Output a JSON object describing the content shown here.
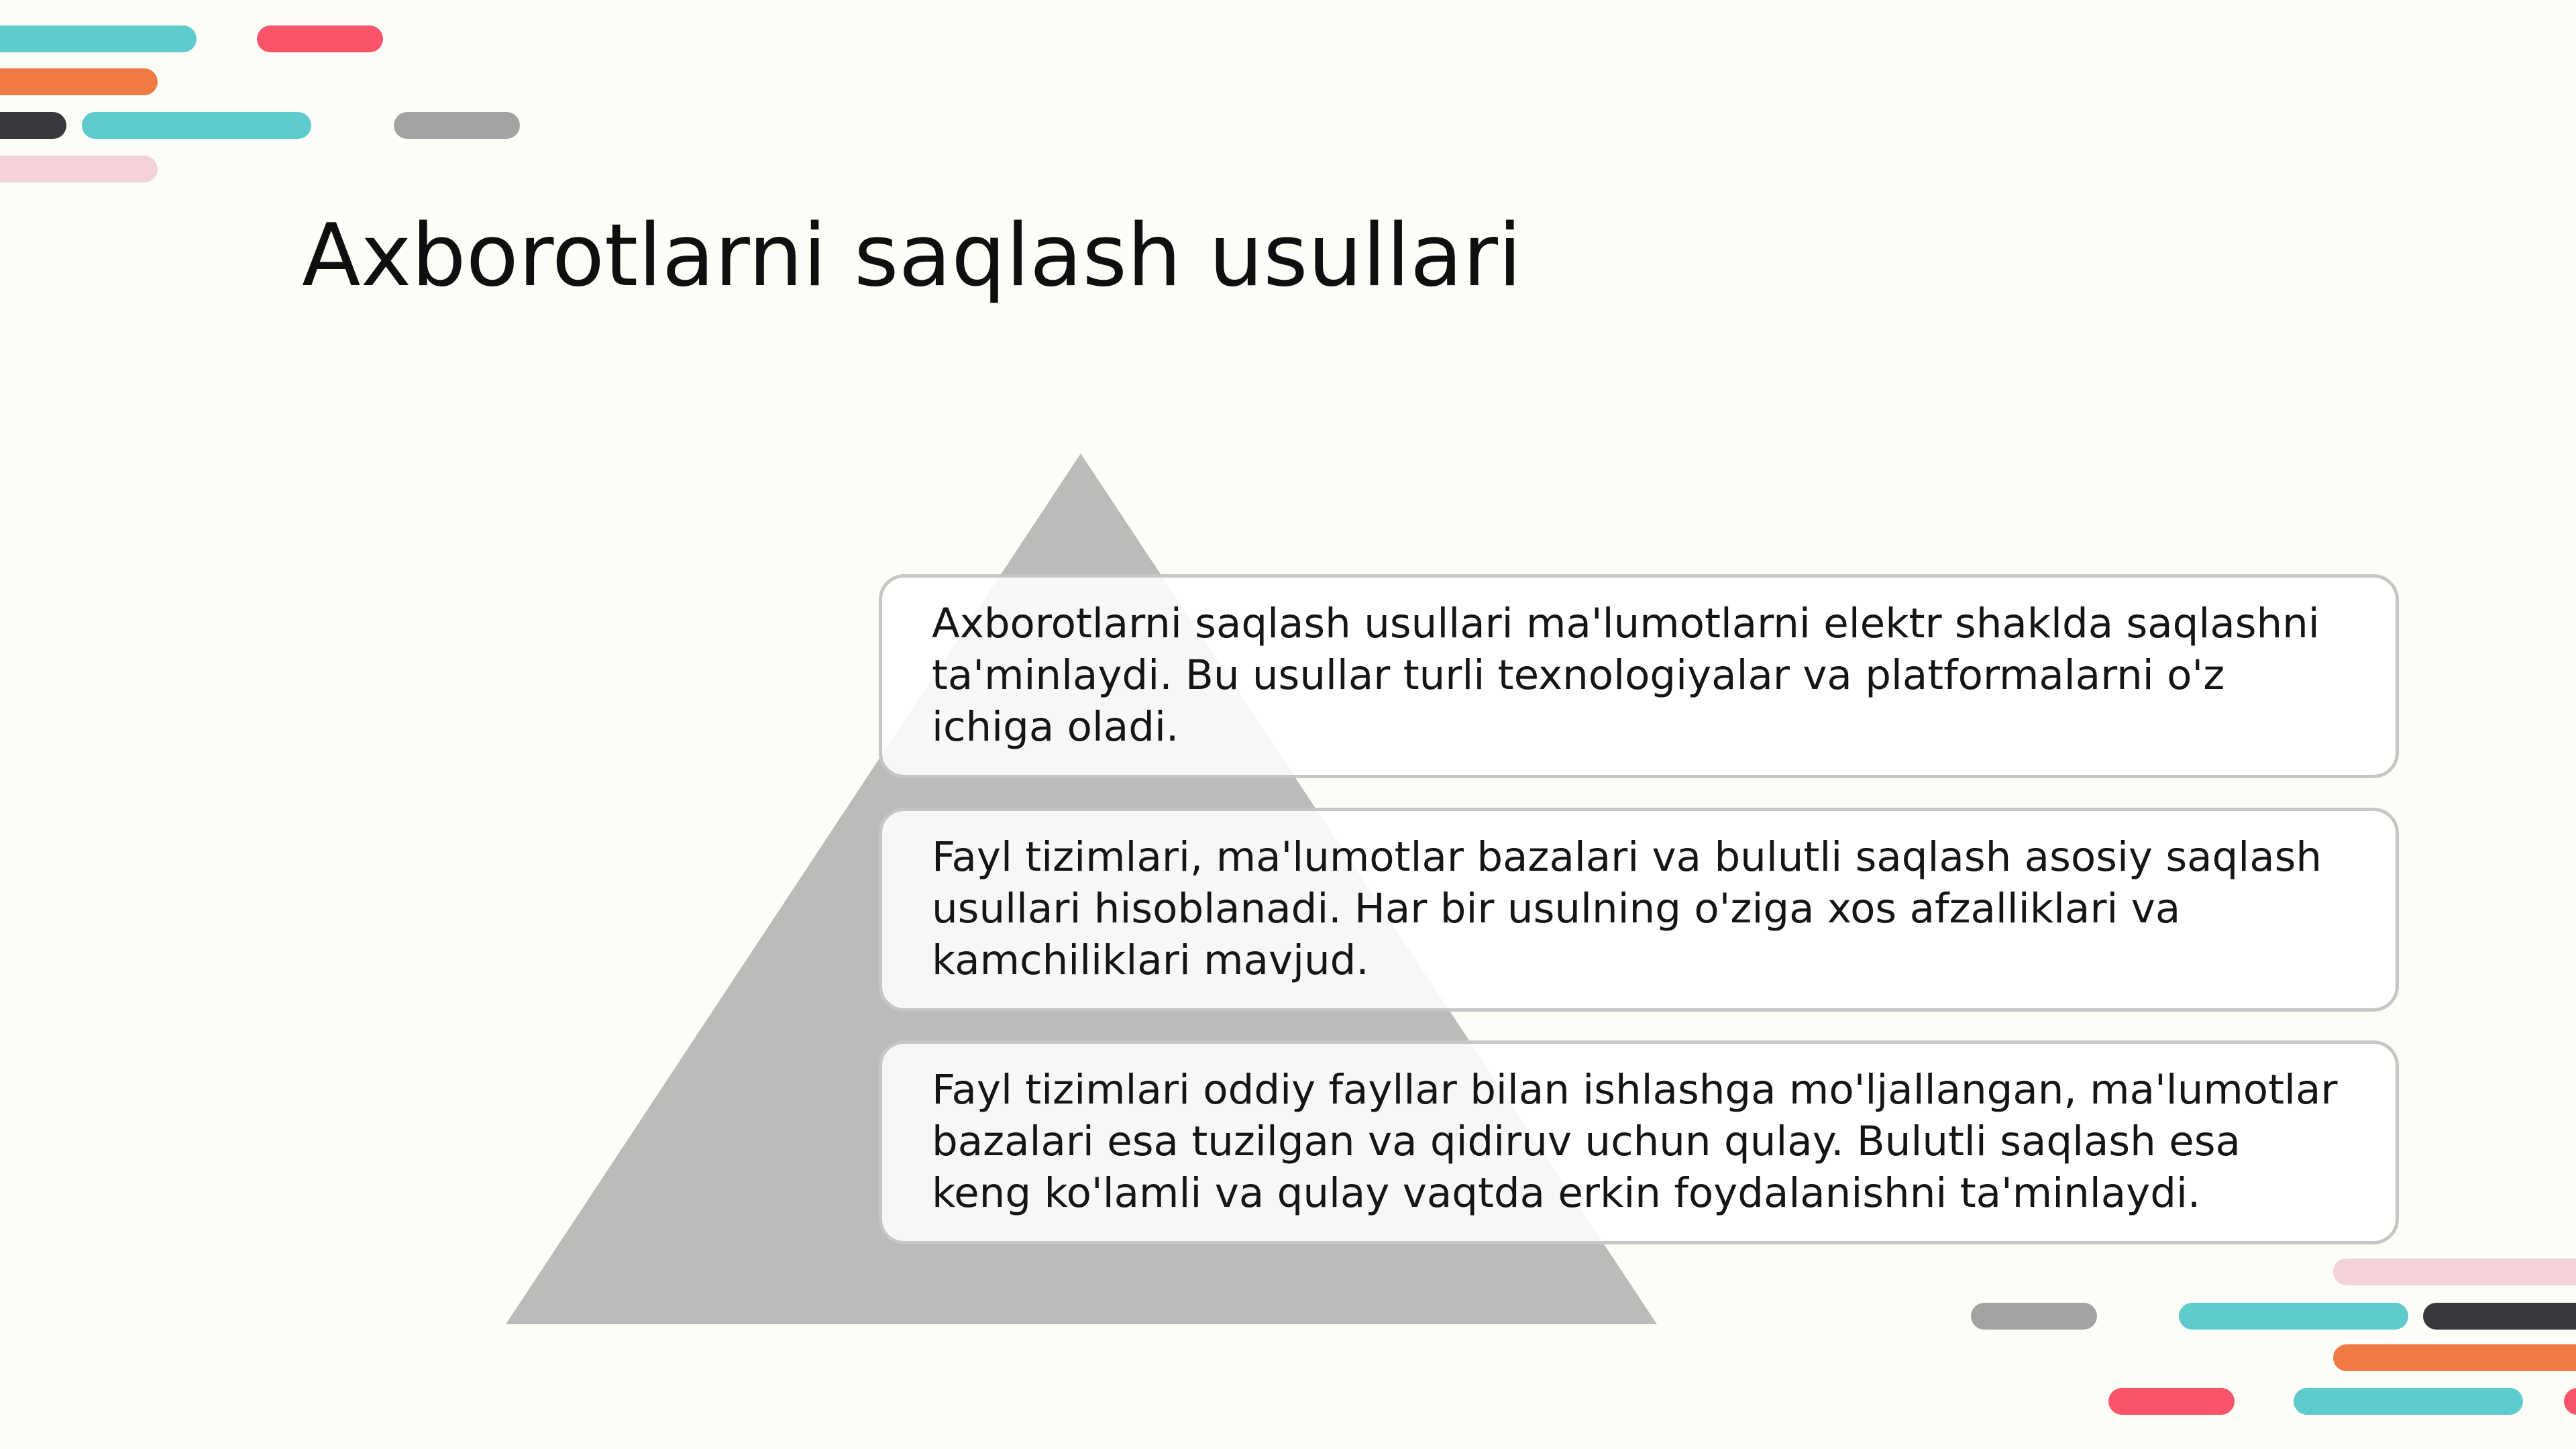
{
  "slide": {
    "title": "Axborotlarni saqlash usullari",
    "points": [
      {
        "text": "Axborotlarni saqlash usullari ma'lumotlarni elektr shaklda saqlashni ta'minlaydi. Bu usullar turli texnologiyalar va platformalarni o'z ichiga oladi."
      },
      {
        "text": "Fayl tizimlari, ma'lumotlar bazalari va bulutli saqlash asosiy saqlash usullari hisoblanadi. Har bir usulning o'ziga xos afzalliklari va kamchiliklari mavjud."
      },
      {
        "text": "Fayl tizimlari oddiy fayllar bilan ishlashga mo'ljallangan, ma'lumotlar bazalari esa tuzilgan va qidiruv uchun qulay. Bulutli saqlash esa keng ko'lamli va qulay vaqtda erkin foydalanishni ta'minlaydi."
      }
    ]
  },
  "colors": {
    "background": "#FDFDF7",
    "teal": "#5ECBCE",
    "coral": "#F9546A",
    "orange": "#F07A45",
    "charcoal": "#36383C",
    "gray": "#A3A3A3",
    "pink": "#F3D3D9",
    "pyramid": "#BBBBBB",
    "card_border": "#C6C6C6"
  }
}
